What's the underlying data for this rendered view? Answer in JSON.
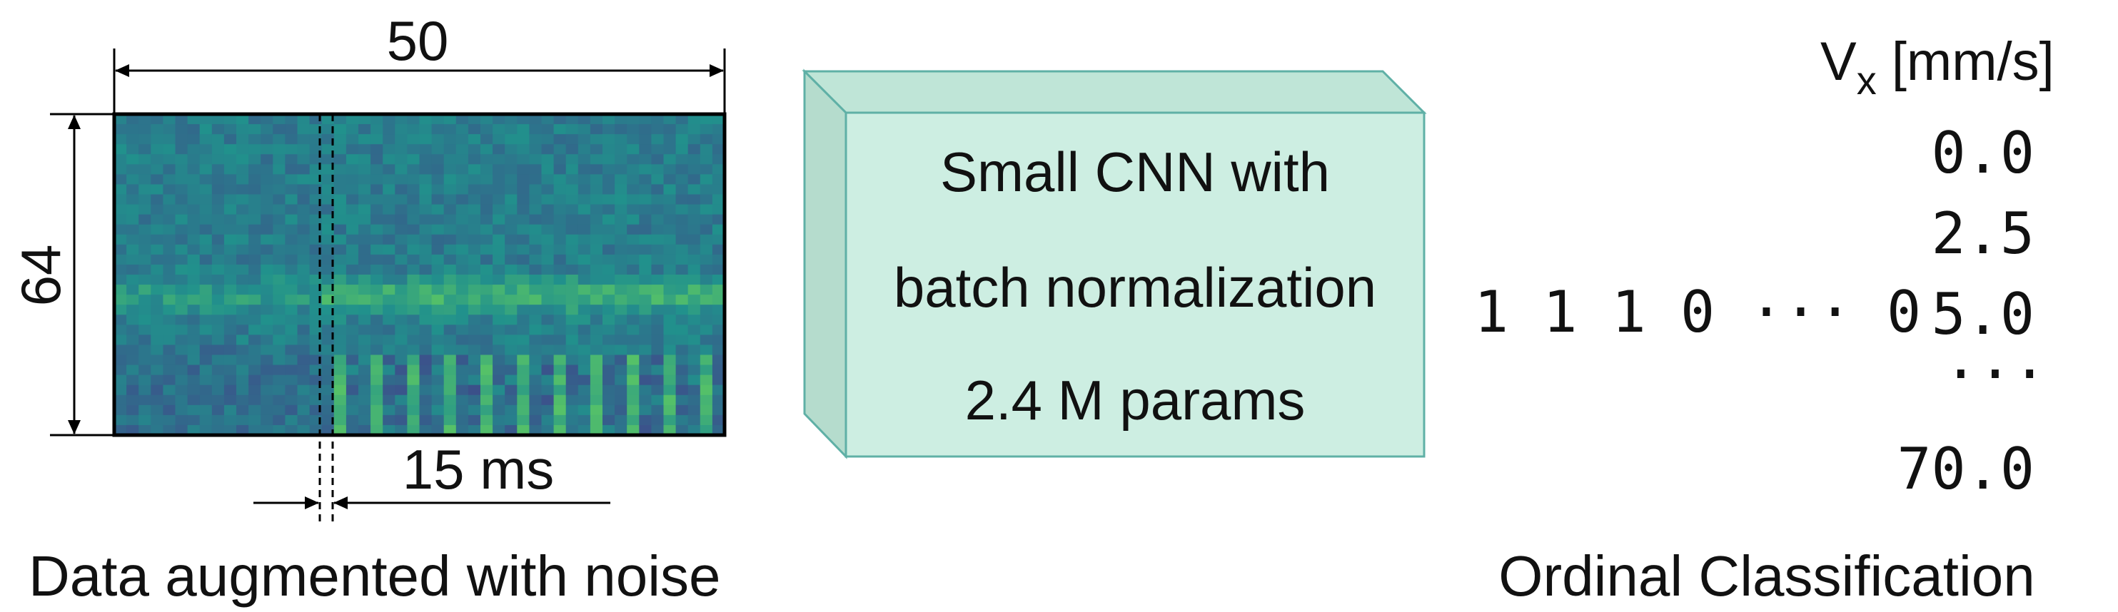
{
  "spectrogram": {
    "width_label": "50",
    "height_label": "64",
    "window_label": "15 ms",
    "caption": "Data augmented with noise"
  },
  "model": {
    "line1": "Small CNN with",
    "line2": "batch normalization",
    "line3": "2.4 M params"
  },
  "output": {
    "header_main": "V",
    "header_sub": "x",
    "header_unit": " [mm/s]",
    "ordinal_vector": "1 1 1 0 ··· 0",
    "values": [
      "0.0",
      "2.5",
      "5.0",
      "···",
      "70.0"
    ],
    "caption": "Ordinal Classification"
  },
  "colors": {
    "box_front": "#cdeee2",
    "box_side": "#b5dccd",
    "box_top": "#bfe5d7",
    "box_edge": "#5fb0a6",
    "value_muted": "#a9a9a9",
    "value_active": "#111111"
  }
}
